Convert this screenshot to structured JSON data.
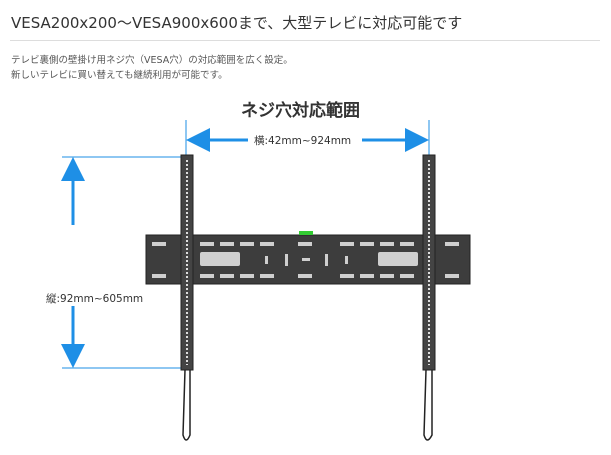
{
  "heading": "VESA200x200〜VESA900x600まで、大型テレビに対応可能です",
  "description": [
    "テレビ裏側の壁掛け用ネジ穴（VESA穴）の対応範囲を広く設定。",
    "新しいテレビに買い替えても継続利用が可能です。"
  ],
  "diagram": {
    "title": "ネジ穴対応範囲",
    "horizontal_label": "横:42mm~924mm",
    "vertical_label": "縦:92mm~605mm",
    "arrow_color": "#1e8fe6"
  }
}
